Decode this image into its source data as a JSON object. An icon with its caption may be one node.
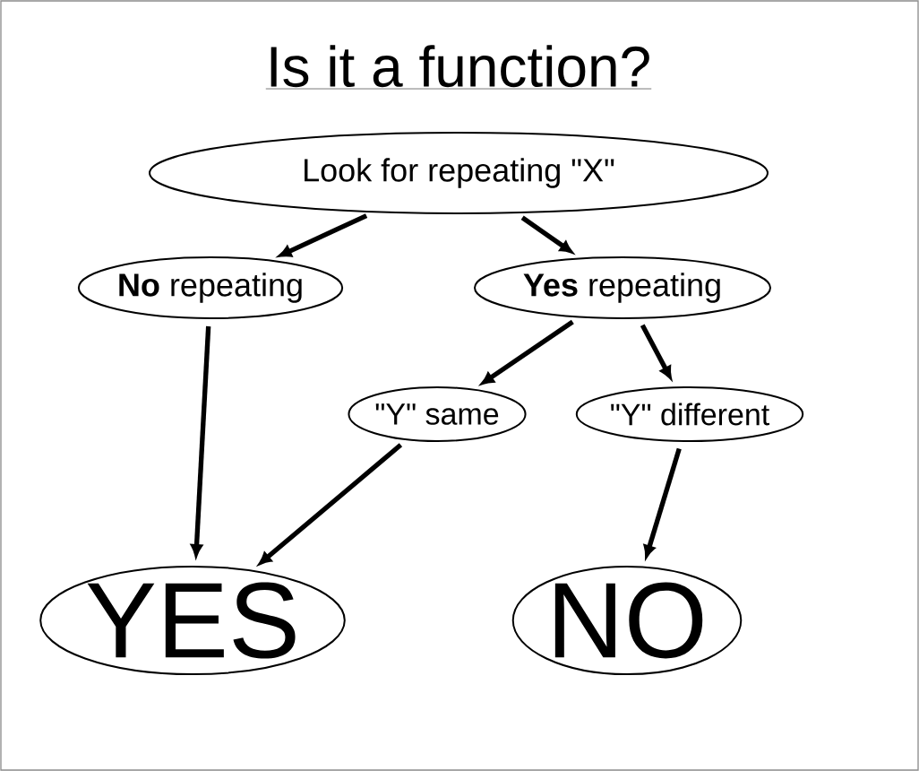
{
  "diagram": {
    "title": "Is it a function?",
    "nodes": [
      {
        "text": [
          "Look for repeating \"X\""
        ]
      },
      {
        "text": [
          "**No** repeating"
        ]
      },
      {
        "text": [
          "**Yes** repeating"
        ]
      },
      {
        "text": [
          "\"Y\" same"
        ]
      },
      {
        "text": [
          "\"Y\" different"
        ]
      },
      {
        "text": [
          "YES"
        ]
      },
      {
        "text": [
          "NO"
        ]
      }
    ],
    "edges": [
      {
        "from": 0,
        "to": 1,
        "arrow": "to"
      },
      {
        "from": 0,
        "to": 2,
        "arrow": "to"
      },
      {
        "from": 1,
        "to": 5,
        "arrow": "to"
      },
      {
        "from": 2,
        "to": 3,
        "arrow": "to"
      },
      {
        "from": 2,
        "to": 4,
        "arrow": "to"
      },
      {
        "from": 3,
        "to": 5,
        "arrow": "to"
      },
      {
        "from": 4,
        "to": 6,
        "arrow": "to"
      }
    ]
  }
}
